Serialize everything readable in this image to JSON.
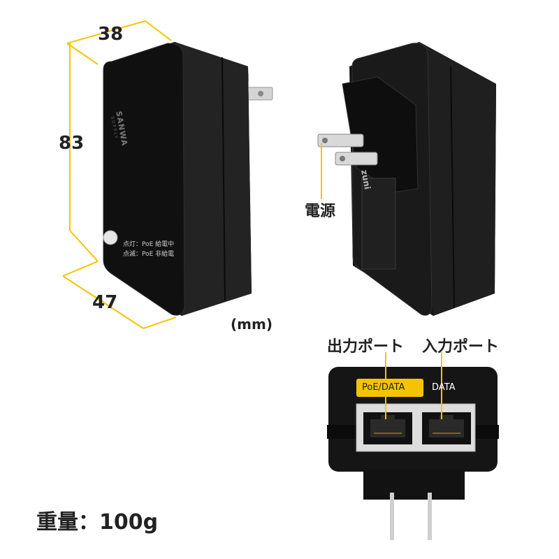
{
  "dimensions": {
    "width": "38",
    "height": "83",
    "depth": "47",
    "unit": "(mm)"
  },
  "labels": {
    "power": "電源",
    "output_port": "出力ポート",
    "input_port": "入力ポート"
  },
  "device": {
    "brand": "SANWA",
    "brand_sub": "SUPPLY",
    "led_legend_1": "点灯：PoE 給電中",
    "led_legend_2": "点滅：PoE 非給電",
    "back_logo": "zuni",
    "port_poe_tag": "PoE/DATA",
    "port_data_tag": "DATA"
  },
  "weight": {
    "label": "重量：",
    "value": "100g"
  },
  "colors": {
    "accent": "#f5c400",
    "body": "#1c1c1c",
    "body_edge": "#2c2c2c"
  }
}
